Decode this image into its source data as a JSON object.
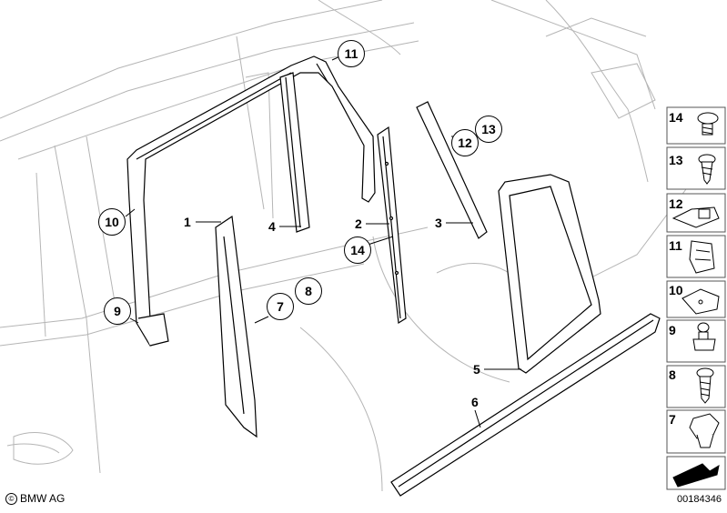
{
  "callouts": {
    "p1": "1",
    "p2": "2",
    "p3": "3",
    "p4": "4",
    "p5": "5",
    "p6": "6",
    "p7": "7",
    "p8": "8",
    "p9": "9",
    "p10": "10",
    "p11": "11",
    "p12": "12",
    "p13": "13",
    "p14": "14"
  },
  "legend": {
    "items": [
      "14",
      "13",
      "12",
      "11",
      "10",
      "9",
      "8",
      "7"
    ]
  },
  "footer": {
    "copyright_symbol": "©",
    "brand": "BMW AG",
    "diagram_number": "00184346"
  },
  "colors": {
    "line": "#000000",
    "faint_line": "#b5b5b5",
    "legend_border": "#555555",
    "part_fill": "#ffffff",
    "arrow_fill": "#000000"
  }
}
